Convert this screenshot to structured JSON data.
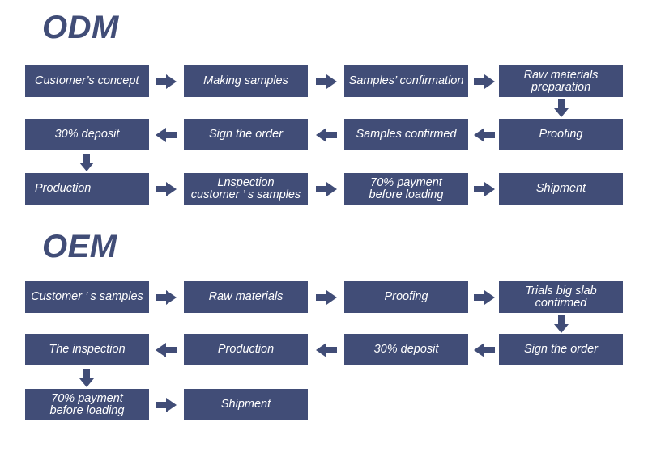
{
  "odm": {
    "title": "ODM",
    "steps": [
      "Customer’s concept",
      "Making samples",
      "Samples’ confirmation",
      "Raw materials\npreparation",
      "Proofing",
      "Samples confirmed",
      "Sign the order",
      "30% deposit",
      "Production",
      "Lnspection\ncustomer ’ s samples",
      "70% payment\nbefore loading",
      "Shipment"
    ]
  },
  "oem": {
    "title": "OEM",
    "steps": [
      "Customer ’ s  samples",
      "Raw materials",
      "Proofing",
      "Trials big slab\nconfirmed",
      "Sign the order",
      "30% deposit",
      "Production",
      "The inspection",
      "70% payment\nbefore loading",
      "Shipment"
    ]
  },
  "colors": {
    "box": "#414d77",
    "text": "#ffffff",
    "title": "#414d77"
  },
  "icons": {
    "flow": "arrow-icon"
  }
}
